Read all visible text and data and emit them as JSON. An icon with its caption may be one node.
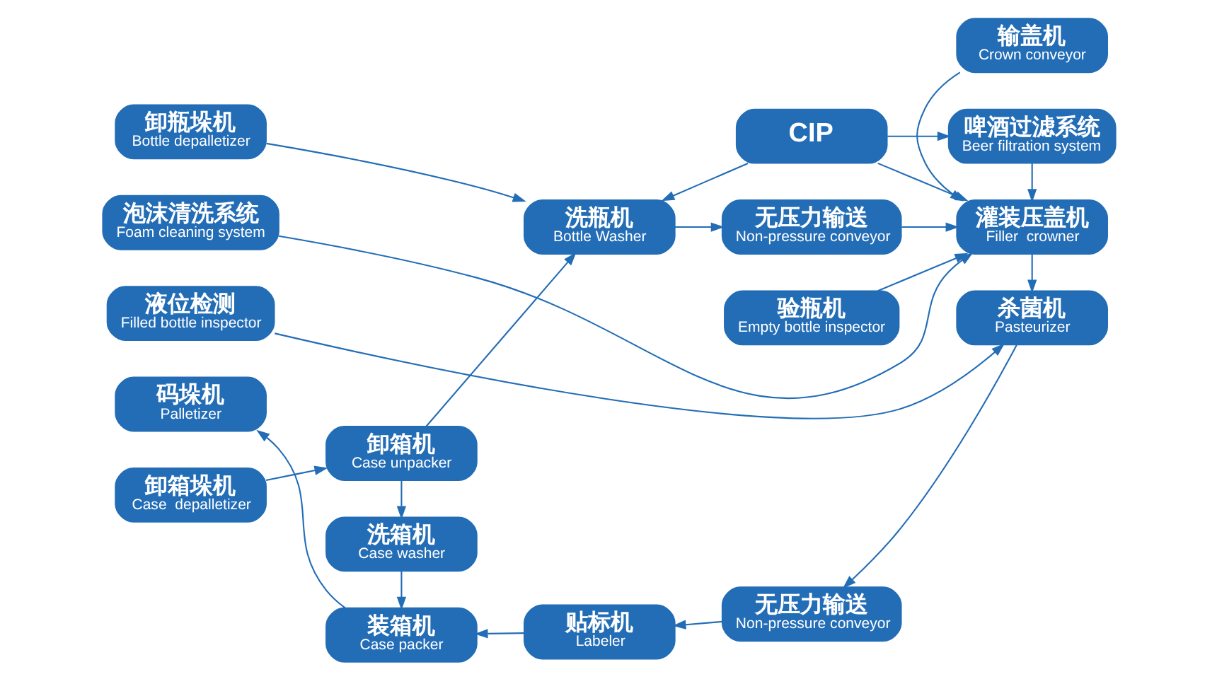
{
  "diagram": {
    "nodes": [
      {
        "text": [
          "卸瓶垛机",
          "Bottle depalletizer"
        ]
      },
      {
        "text": [
          "卸箱垛机",
          "Case  depalletizer"
        ]
      },
      {
        "text": [
          "卸箱机",
          "Case unpacker"
        ]
      },
      {
        "text": [
          "洗箱机",
          "Case washer"
        ]
      },
      {
        "text": [
          "码垛机",
          "Palletizer"
        ]
      },
      {
        "text": [
          "装箱机",
          "Case packer"
        ]
      },
      {
        "text": [
          "洗瓶机",
          "Bottle Washer"
        ]
      },
      {
        "text": [
          "贴标机",
          "Labeler"
        ]
      },
      {
        "text": [
          "无压力输送",
          "Non-pressure conveyor"
        ]
      },
      {
        "text": [
          "验瓶机",
          "Empty bottle inspector"
        ]
      },
      {
        "text": [
          "无压力输送",
          "Non-pressure conveyor"
        ]
      },
      {
        "text": [
          "CIP"
        ]
      },
      {
        "text": [
          "啤酒过滤系统",
          "Beer filtration system"
        ]
      },
      {
        "text": [
          "灌装压盖机",
          "Filler  crowner"
        ]
      },
      {
        "text": [
          "输盖机",
          "Crown conveyor"
        ]
      },
      {
        "text": [
          "泡沫清洗系统",
          "Foam cleaning system"
        ]
      },
      {
        "text": [
          "液位检测",
          "Filled bottle inspector"
        ]
      },
      {
        "text": [
          "杀菌机",
          "Pasteurizer"
        ]
      }
    ],
    "edges": [
      {
        "from": 0,
        "to": 6,
        "arrow": "to"
      },
      {
        "from": 1,
        "to": 2,
        "arrow": "to"
      },
      {
        "from": 2,
        "to": 6,
        "arrow": "to"
      },
      {
        "from": 2,
        "to": 3,
        "arrow": "to"
      },
      {
        "from": 3,
        "to": 5,
        "arrow": "to"
      },
      {
        "from": 11,
        "to": 6,
        "arrow": "to"
      },
      {
        "from": 11,
        "to": 12,
        "arrow": "to"
      },
      {
        "from": 11,
        "to": 13,
        "arrow": "to"
      },
      {
        "from": 12,
        "to": 13,
        "arrow": "to"
      },
      {
        "from": 14,
        "to": 13,
        "arrow": "to"
      },
      {
        "from": 6,
        "to": 8,
        "arrow": "to"
      },
      {
        "from": 8,
        "to": 13,
        "arrow": "to"
      },
      {
        "from": 9,
        "to": 13,
        "arrow": "to"
      },
      {
        "from": 15,
        "to": 13,
        "arrow": "to"
      },
      {
        "from": 13,
        "to": 17,
        "arrow": "to"
      },
      {
        "from": 16,
        "to": 17,
        "arrow": "to"
      },
      {
        "from": 17,
        "to": 10,
        "arrow": "to"
      },
      {
        "from": 10,
        "to": 7,
        "arrow": "to"
      },
      {
        "from": 7,
        "to": 5,
        "arrow": "to"
      },
      {
        "from": 5,
        "to": 4,
        "arrow": "to"
      }
    ]
  }
}
